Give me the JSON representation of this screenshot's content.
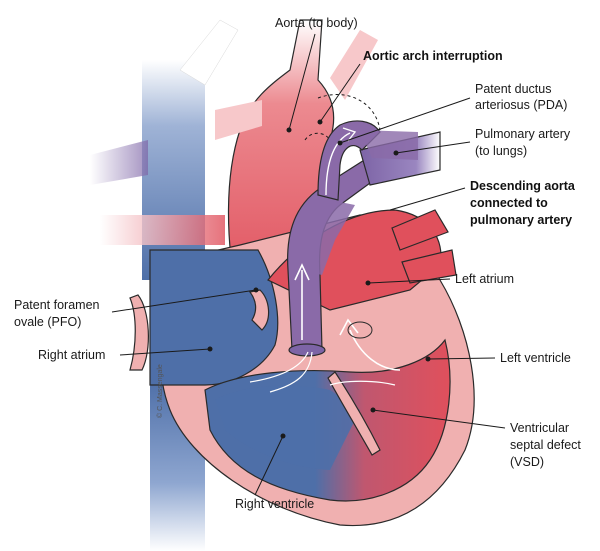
{
  "labels": {
    "aorta": "Aorta (to body)",
    "interruption": "Aortic arch interruption",
    "pda_line1": "Patent ductus",
    "pda_line2": "arteriosus (PDA)",
    "pulm_line1": "Pulmonary artery",
    "pulm_line2": "(to lungs)",
    "desc_line1": "Descending aorta",
    "desc_line2": "connected to",
    "desc_line3": "pulmonary artery",
    "left_atrium": "Left atrium",
    "pfo_line1": "Patent foramen",
    "pfo_line2": "ovale (PFO)",
    "right_atrium": "Right atrium",
    "left_ventricle": "Left ventricle",
    "vsd_line1": "Ventricular",
    "vsd_line2": "septal defect",
    "vsd_line3": "(VSD)",
    "right_ventricle": "Right ventricle"
  },
  "copyright": "© C. Massengale",
  "colors": {
    "oxygenated": "#e0505c",
    "oxygenated_light": "#f1a7a8",
    "deoxygenated": "#4e6fa8",
    "mixed": "#8a6aa8",
    "muscle": "#f0b0b0"
  }
}
